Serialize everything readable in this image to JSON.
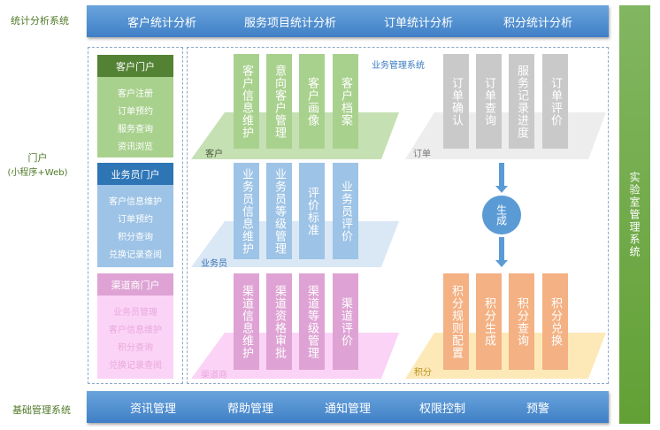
{
  "stats": {
    "label": "统计分析系统",
    "items": [
      "客户统计分析",
      "服务项目统计分析",
      "订单统计分析",
      "积分统计分析"
    ]
  },
  "portal": {
    "label": "门户",
    "sublabel": "(小程序+Web)",
    "sections": [
      {
        "title": "客户门户",
        "items": [
          "客户注册",
          "订单预约",
          "服务查询",
          "资讯浏览"
        ]
      },
      {
        "title": "业务员门户",
        "items": [
          "客户信息维护",
          "订单预约",
          "积分查询",
          "兑换记录查阅"
        ]
      },
      {
        "title": "渠道商门户",
        "items": [
          "业务员管理",
          "客户信息维护",
          "积分查询",
          "兑换记录查阅"
        ]
      }
    ]
  },
  "business": {
    "title": "业务管理系统",
    "layers": [
      {
        "name": "客户",
        "modules": [
          "客户信息维护",
          "意向客户管理",
          "客户画像",
          "客户档案"
        ]
      },
      {
        "name": "订单",
        "modules": [
          "订单确认",
          "订单查询",
          "服务记录进度",
          "订单评价"
        ]
      },
      {
        "name": "业务员",
        "modules": [
          "业务员信息维护",
          "业务员等级管理",
          "评价标准",
          "业务员评价"
        ]
      },
      {
        "name": "渠道商",
        "modules": [
          "渠道信息维护",
          "渠道资格审批",
          "渠道等级管理",
          "渠道评价"
        ]
      },
      {
        "name": "积分",
        "modules": [
          "积分规则配置",
          "积分生成",
          "积分查询",
          "积分兑换"
        ]
      }
    ],
    "flow_node": "生成"
  },
  "base": {
    "label": "基础管理系统",
    "items": [
      "资讯管理",
      "帮助管理",
      "通知管理",
      "权限控制",
      "预警"
    ]
  },
  "lab": {
    "label": "实验室管理系统"
  },
  "colors": {
    "blue_bar": "#4f8fd2",
    "green_side": "#70ad47",
    "customer_head": "#548235",
    "customer_body": "#a9d18e",
    "staff_head": "#2e75b6",
    "staff_body": "#9dc3e6",
    "channel_head": "#dea3d4",
    "channel_body": "#fbd3f6",
    "order_pillar": "#c9c9c9",
    "points_pillar": "#f4b183"
  }
}
